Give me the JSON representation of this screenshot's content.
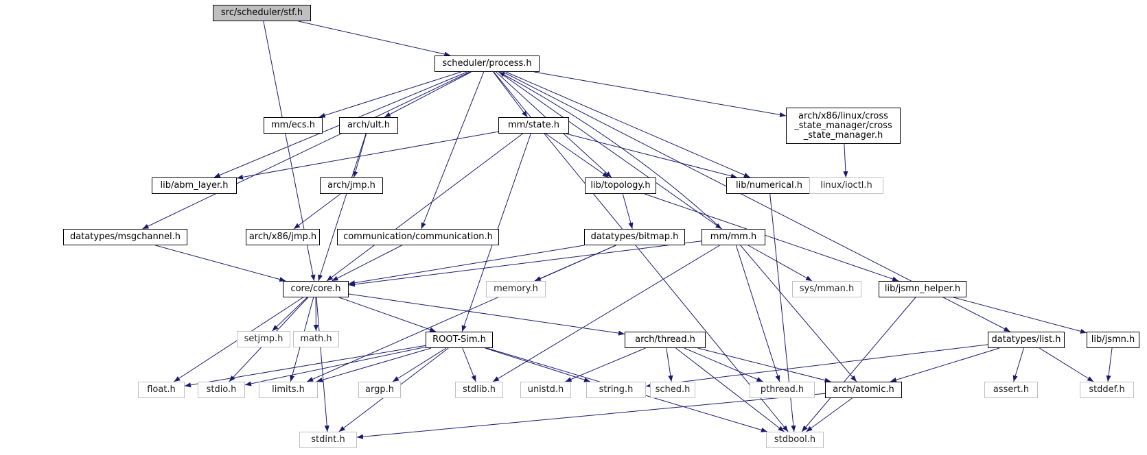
{
  "colors": {
    "edge": "#191970",
    "node_border": "#000000",
    "external_border": "#bfbfbf",
    "root_fill": "#bfbfbf"
  },
  "nodes": [
    {
      "id": "stf",
      "label": "src/scheduler/stf.h",
      "kind": "root"
    },
    {
      "id": "process",
      "label": "scheduler/process.h",
      "kind": "doc"
    },
    {
      "id": "ecs",
      "label": "mm/ecs.h",
      "kind": "doc"
    },
    {
      "id": "ult",
      "label": "arch/ult.h",
      "kind": "doc"
    },
    {
      "id": "state",
      "label": "mm/state.h",
      "kind": "doc"
    },
    {
      "id": "csm",
      "label": "arch/x86/linux/cross\n_state_manager/cross\n_state_manager.h",
      "kind": "doc"
    },
    {
      "id": "abm",
      "label": "lib/abm_layer.h",
      "kind": "doc"
    },
    {
      "id": "jmp",
      "label": "arch/jmp.h",
      "kind": "doc"
    },
    {
      "id": "topology",
      "label": "lib/topology.h",
      "kind": "doc"
    },
    {
      "id": "numerical",
      "label": "lib/numerical.h",
      "kind": "doc"
    },
    {
      "id": "ioctl",
      "label": "linux/ioctl.h",
      "kind": "ext"
    },
    {
      "id": "msgchannel",
      "label": "datatypes/msgchannel.h",
      "kind": "doc"
    },
    {
      "id": "x86jmp",
      "label": "arch/x86/jmp.h",
      "kind": "doc"
    },
    {
      "id": "communication",
      "label": "communication/communication.h",
      "kind": "doc"
    },
    {
      "id": "bitmap",
      "label": "datatypes/bitmap.h",
      "kind": "doc"
    },
    {
      "id": "mm",
      "label": "mm/mm.h",
      "kind": "doc"
    },
    {
      "id": "core",
      "label": "core/core.h",
      "kind": "doc"
    },
    {
      "id": "memory",
      "label": "memory.h",
      "kind": "ext"
    },
    {
      "id": "sysmman",
      "label": "sys/mman.h",
      "kind": "ext"
    },
    {
      "id": "jsmnhelper",
      "label": "lib/jsmn_helper.h",
      "kind": "doc"
    },
    {
      "id": "setjmp",
      "label": "setjmp.h",
      "kind": "ext"
    },
    {
      "id": "math",
      "label": "math.h",
      "kind": "ext"
    },
    {
      "id": "rootsim",
      "label": "ROOT-Sim.h",
      "kind": "doc"
    },
    {
      "id": "thread",
      "label": "arch/thread.h",
      "kind": "doc"
    },
    {
      "id": "list",
      "label": "datatypes/list.h",
      "kind": "doc"
    },
    {
      "id": "jsmn",
      "label": "lib/jsmn.h",
      "kind": "doc"
    },
    {
      "id": "float",
      "label": "float.h",
      "kind": "ext"
    },
    {
      "id": "stdio",
      "label": "stdio.h",
      "kind": "ext"
    },
    {
      "id": "limits",
      "label": "limits.h",
      "kind": "ext"
    },
    {
      "id": "argp",
      "label": "argp.h",
      "kind": "ext"
    },
    {
      "id": "stdlib",
      "label": "stdlib.h",
      "kind": "ext"
    },
    {
      "id": "unistd",
      "label": "unistd.h",
      "kind": "ext"
    },
    {
      "id": "string",
      "label": "string.h",
      "kind": "ext"
    },
    {
      "id": "sched",
      "label": "sched.h",
      "kind": "ext"
    },
    {
      "id": "pthread",
      "label": "pthread.h",
      "kind": "ext"
    },
    {
      "id": "atomic",
      "label": "arch/atomic.h",
      "kind": "doc"
    },
    {
      "id": "assert",
      "label": "assert.h",
      "kind": "ext"
    },
    {
      "id": "stddef",
      "label": "stddef.h",
      "kind": "ext"
    },
    {
      "id": "stdint",
      "label": "stdint.h",
      "kind": "ext"
    },
    {
      "id": "stdbool",
      "label": "stdbool.h",
      "kind": "ext"
    }
  ],
  "edges": [
    [
      "stf",
      "process"
    ],
    [
      "stf",
      "core"
    ],
    [
      "process",
      "ecs"
    ],
    [
      "process",
      "ult"
    ],
    [
      "process",
      "state"
    ],
    [
      "process",
      "csm"
    ],
    [
      "process",
      "abm"
    ],
    [
      "process",
      "topology"
    ],
    [
      "process",
      "numerical"
    ],
    [
      "process",
      "msgchannel"
    ],
    [
      "process",
      "communication"
    ],
    [
      "process",
      "mm"
    ],
    [
      "process",
      "list"
    ],
    [
      "process",
      "stdbool"
    ],
    [
      "ult",
      "jmp"
    ],
    [
      "ult",
      "core"
    ],
    [
      "jmp",
      "x86jmp"
    ],
    [
      "csm",
      "ioctl"
    ],
    [
      "state",
      "abm"
    ],
    [
      "state",
      "topology"
    ],
    [
      "state",
      "numerical"
    ],
    [
      "state",
      "core"
    ],
    [
      "state",
      "rootsim"
    ],
    [
      "topology",
      "bitmap"
    ],
    [
      "topology",
      "jsmnhelper"
    ],
    [
      "numerical",
      "stdbool"
    ],
    [
      "msgchannel",
      "core"
    ],
    [
      "communication",
      "core"
    ],
    [
      "bitmap",
      "core"
    ],
    [
      "bitmap",
      "memory"
    ],
    [
      "bitmap",
      "limits"
    ],
    [
      "mm",
      "process"
    ],
    [
      "mm",
      "core"
    ],
    [
      "mm",
      "sysmman"
    ],
    [
      "mm",
      "stdlib"
    ],
    [
      "mm",
      "pthread"
    ],
    [
      "mm",
      "atomic"
    ],
    [
      "jsmnhelper",
      "jsmn"
    ],
    [
      "jsmnhelper",
      "stdbool"
    ],
    [
      "jsmn",
      "stddef"
    ],
    [
      "core",
      "setjmp"
    ],
    [
      "core",
      "math"
    ],
    [
      "core",
      "rootsim"
    ],
    [
      "core",
      "thread"
    ],
    [
      "core",
      "float"
    ],
    [
      "core",
      "stdio"
    ],
    [
      "core",
      "limits"
    ],
    [
      "core",
      "stdint"
    ],
    [
      "rootsim",
      "float"
    ],
    [
      "rootsim",
      "stdio"
    ],
    [
      "rootsim",
      "limits"
    ],
    [
      "rootsim",
      "argp"
    ],
    [
      "rootsim",
      "stdlib"
    ],
    [
      "rootsim",
      "string"
    ],
    [
      "rootsim",
      "stdint"
    ],
    [
      "rootsim",
      "stdbool"
    ],
    [
      "thread",
      "unistd"
    ],
    [
      "thread",
      "sched"
    ],
    [
      "thread",
      "pthread"
    ],
    [
      "thread",
      "atomic"
    ],
    [
      "thread",
      "stdbool"
    ],
    [
      "list",
      "string"
    ],
    [
      "list",
      "atomic"
    ],
    [
      "list",
      "assert"
    ],
    [
      "list",
      "stddef"
    ],
    [
      "atomic",
      "stdint"
    ],
    [
      "atomic",
      "stdbool"
    ]
  ]
}
